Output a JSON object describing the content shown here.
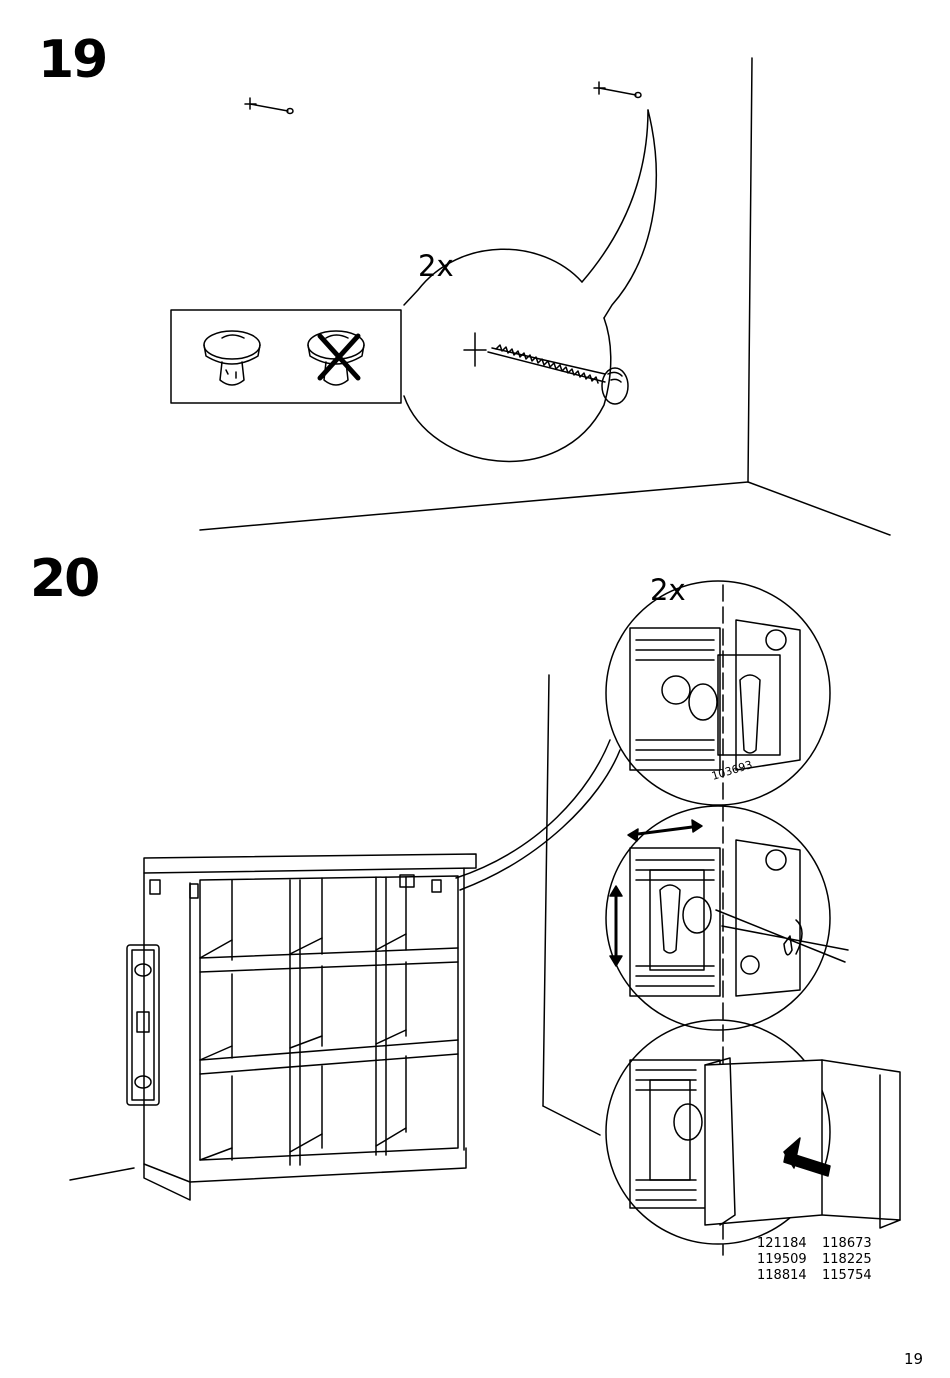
{
  "steps": [
    {
      "number": "19",
      "quantity": "2x"
    },
    {
      "number": "20",
      "quantity": "2x"
    }
  ],
  "part_number": "103693",
  "article_codes": {
    "left": [
      "121184",
      "119509",
      "118814"
    ],
    "right": [
      "118673",
      "118225",
      "115754"
    ]
  },
  "page_number": "19",
  "icons": {
    "correct_screw_head": "screw-head-correct-icon",
    "wrong_screw_head": "screw-head-wrong-icon",
    "cross": "cross-mark-icon"
  }
}
